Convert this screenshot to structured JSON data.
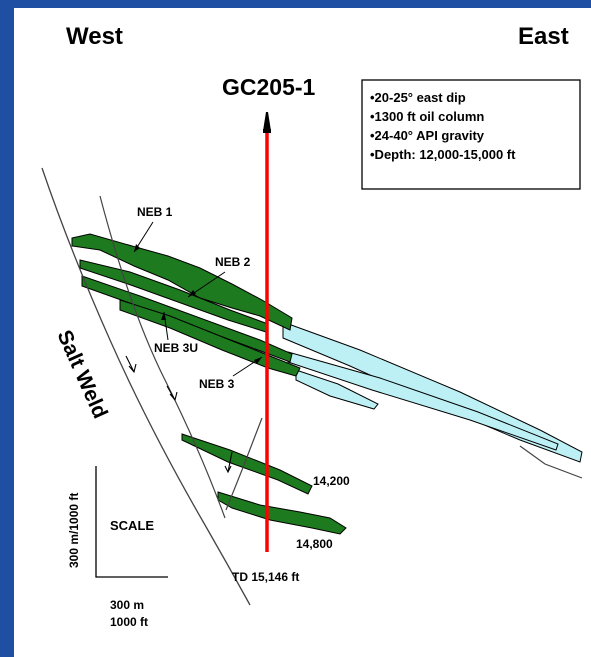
{
  "directions": {
    "west": "West",
    "east": "East"
  },
  "well": {
    "name": "GC205-1",
    "td": "TD 15,146 ft"
  },
  "info_box": [
    "•20-25° east dip",
    "•1300 ft oil column",
    "•24-40° API gravity",
    "•Depth: 12,000-15,000 ft"
  ],
  "sands": {
    "neb1": "NEB 1",
    "neb2": "NEB 2",
    "neb3u": "NEB 3U",
    "neb3": "NEB 3",
    "d14200": "14,200",
    "d14800": "14,800"
  },
  "salt_weld": "Salt Weld",
  "scale": {
    "label": "SCALE",
    "vertical": "300 m/1000 ft",
    "horizontal_m": "300 m",
    "horizontal_ft": "1000 ft"
  },
  "colors": {
    "frame": "#1f4fa3",
    "oil_sand": "#1e7a1e",
    "water_sand": "#bdf0f5",
    "well_line": "#ff0000"
  }
}
